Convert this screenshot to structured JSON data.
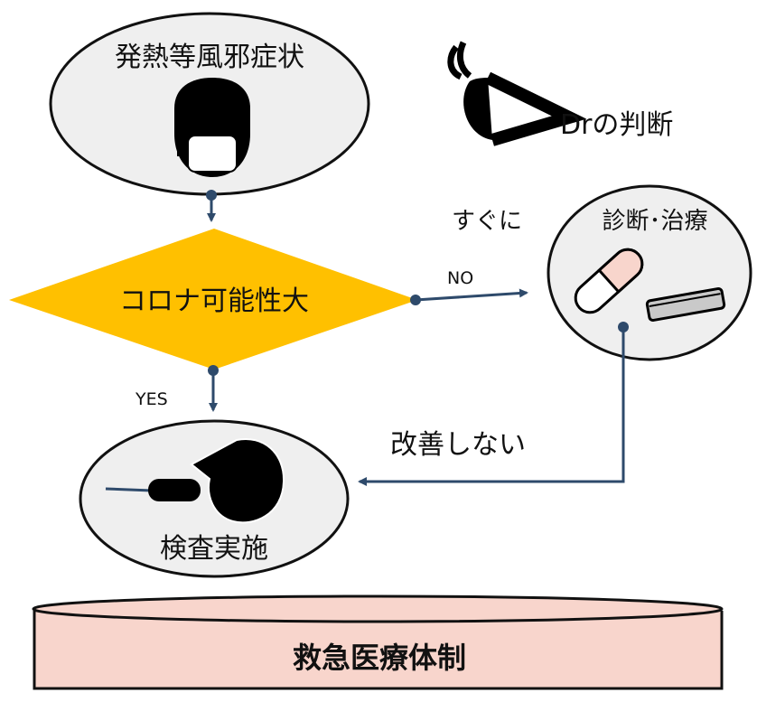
{
  "nodes": {
    "symptoms": "発熱等風邪症状",
    "decision": "コロナ可能性大",
    "treatment": "診断･治療",
    "test": "検査実施",
    "base": "救急医療体制"
  },
  "labels": {
    "doctor": "Drの判断",
    "immediately": "すぐに",
    "no": "NO",
    "yes": "YES",
    "not_improved": "改善しない"
  },
  "colors": {
    "node_fill": "#efefef",
    "decision_fill": "#ffc000",
    "base_fill": "#f8d5cc",
    "stroke": "#111111",
    "connector": "#2e4a6b"
  },
  "icons": [
    "masked-person-icon",
    "eye-icon",
    "capsule-icon",
    "tablet-icon",
    "swab-test-icon"
  ]
}
